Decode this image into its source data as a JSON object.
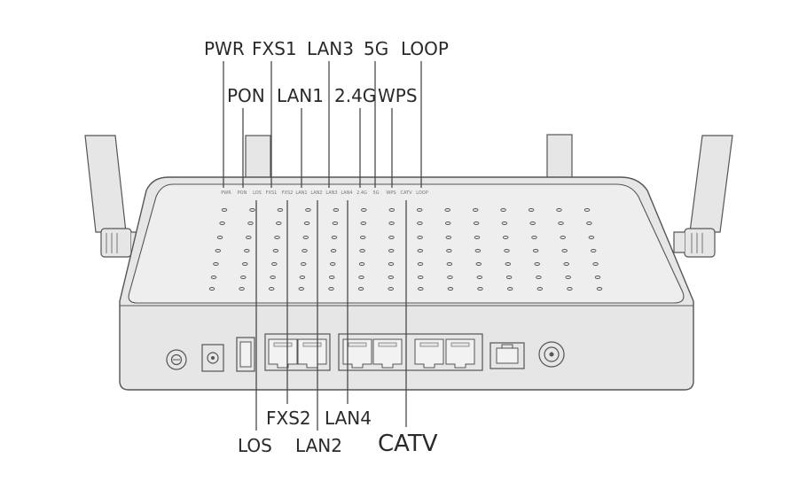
{
  "callouts_top": {
    "pwr": "PWR",
    "fxs1": "FXS1",
    "lan3": "LAN3",
    "g5": "5G",
    "loop": "LOOP",
    "pon": "PON",
    "lan1": "LAN1",
    "g24": "2.4G",
    "wps": "WPS"
  },
  "callouts_bottom": {
    "fxs2": "FXS2",
    "lan4": "LAN4",
    "los": "LOS",
    "lan2": "LAN2",
    "catv": "CATV"
  },
  "panel_print": [
    "PWR",
    "PON",
    "LOS",
    "FXS1",
    "FXS2",
    "LAN1",
    "LAN2",
    "LAN3",
    "LAN4",
    "2.4G",
    "5G",
    "WPS",
    "CATV",
    "LOOP"
  ],
  "colors": {
    "outline": "#555555",
    "fill": "#e6e6e6",
    "top_fill": "#eeeeee",
    "leader": "#4a4a4a",
    "text": "#2a2a2a"
  }
}
